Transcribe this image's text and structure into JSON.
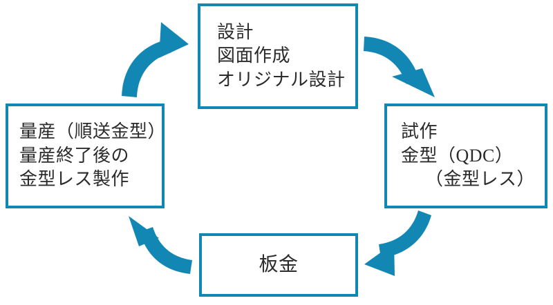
{
  "diagram": {
    "title": "",
    "type": "cycle-process-diagram",
    "colors": {
      "accent": "#1387b4",
      "box_border": "#1387b4",
      "text": "#2b2b2b",
      "background": "#ffffff"
    },
    "nodes": [
      {
        "id": "design",
        "name": "設計",
        "lines": [
          "設計",
          "図面作成",
          "オリジナル設計"
        ],
        "align": [
          "left",
          "left",
          "left"
        ]
      },
      {
        "id": "prototype",
        "name": "試作",
        "lines": [
          "試作",
          "金型（QDC）",
          "（金型レス）"
        ],
        "align": [
          "left",
          "left",
          "right"
        ]
      },
      {
        "id": "sheetmetal",
        "name": "板金",
        "lines": [
          "板金"
        ],
        "align": [
          "center"
        ]
      },
      {
        "id": "massproduction",
        "name": "量産",
        "lines": [
          "量産（順送金型）",
          "量産終了後の",
          "金型レス製作"
        ],
        "align": [
          "left",
          "left",
          "left"
        ]
      }
    ],
    "arrows": [
      {
        "id": "arrow-massproduction-to-design",
        "from": "massproduction",
        "to": "design",
        "direction": "up-right"
      },
      {
        "id": "arrow-design-to-prototype",
        "from": "design",
        "to": "prototype",
        "direction": "down-right"
      },
      {
        "id": "arrow-prototype-to-sheetmetal",
        "from": "prototype",
        "to": "sheetmetal",
        "direction": "down-left"
      },
      {
        "id": "arrow-sheetmetal-to-massproduction",
        "from": "sheetmetal",
        "to": "massproduction",
        "direction": "up-left"
      }
    ]
  }
}
